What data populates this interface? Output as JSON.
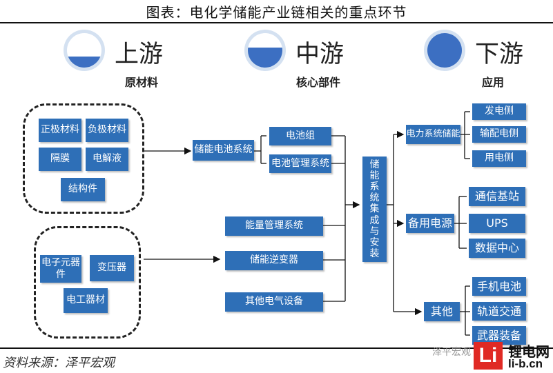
{
  "title": "图表：电化学储能产业链相关的重点环节",
  "stages": [
    {
      "label": "上游",
      "sub": "原材料",
      "fill": 0.35
    },
    {
      "label": "中游",
      "sub": "核心部件",
      "fill": 0.6
    },
    {
      "label": "下游",
      "sub": "应用",
      "fill": 1.0
    }
  ],
  "upstream": {
    "group1": [
      "正极材料",
      "负极材料",
      "隔膜",
      "电解液",
      "结构件"
    ],
    "group2": [
      "电子元器件",
      "变压器",
      "电工器材"
    ]
  },
  "midstream": {
    "battery_system": "储能电池系统",
    "battery_pack": "电池组",
    "bms": "电池管理系统",
    "ems": "能量管理系统",
    "pcs": "储能逆变器",
    "other_equipment": "其他电气设备",
    "integration": "储能系统集成与安装"
  },
  "downstream": {
    "power": {
      "label": "电力系统储能",
      "items": [
        "发电侧",
        "输配电侧",
        "用电侧"
      ]
    },
    "backup": {
      "label": "备用电源",
      "items": [
        "通信基站",
        "UPS",
        "数据中心"
      ]
    },
    "other": {
      "label": "其他",
      "items": [
        "手机电池",
        "轨道交通",
        "武器装备"
      ]
    }
  },
  "source": "资料来源：泽平宏观",
  "logo": {
    "mark": "Li",
    "name": "锂电网",
    "domain": "li-b.cn"
  },
  "watermark": "泽平宏观",
  "colors": {
    "box": "#2e6fb7",
    "circle_ring": "#d4e1f1",
    "circle_fill": "#3c6fc2"
  }
}
